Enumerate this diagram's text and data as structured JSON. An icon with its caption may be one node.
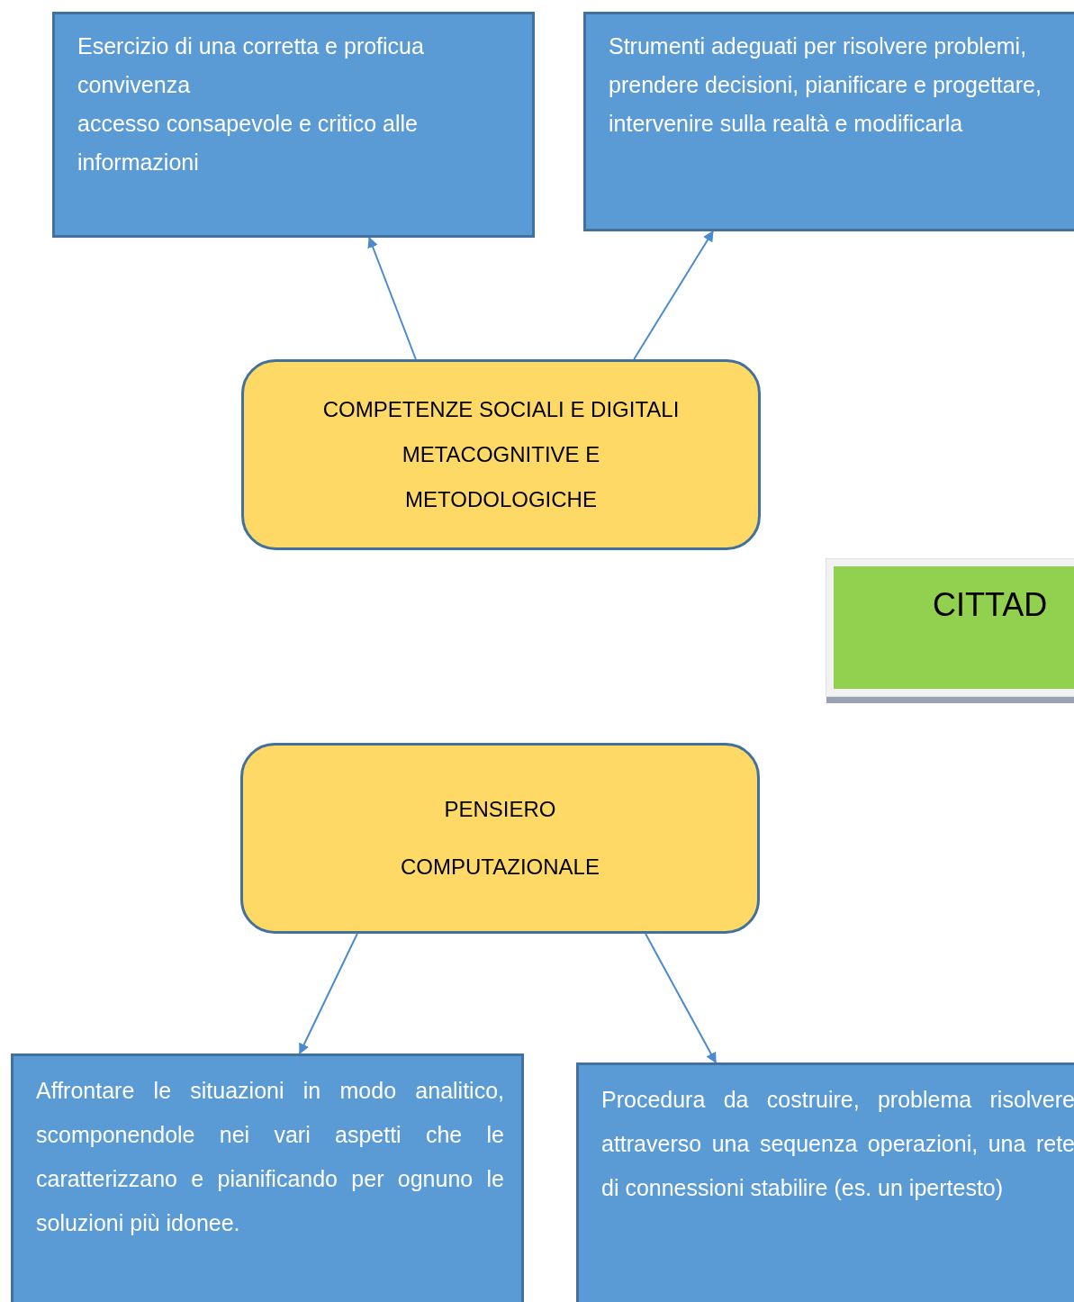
{
  "diagram": {
    "nodes": [
      {
        "text": [
          "Esercizio di una corretta e proficua convivenza",
          "accesso consapevole e critico alle informazioni"
        ]
      },
      {
        "text": [
          "Strumenti adeguati per risolvere problemi, prendere decisioni, pianificare e progettare, intervenire sulla realtà e modificarla"
        ]
      },
      {
        "text": [
          "COMPETENZE SOCIALI E DIGITALI METACOGNITIVE E METODOLOGICHE"
        ]
      },
      {
        "text": [
          "CITTAD"
        ]
      },
      {
        "text": [
          "PENSIERO",
          "COMPUTAZIONALE"
        ]
      },
      {
        "text": [
          "Affrontare le situazioni in modo analitico, scomponendole nei vari aspetti che le caratterizzano e pianificando per ognuno le soluzioni più idonee."
        ]
      },
      {
        "text": [
          "Procedura da costruire, problema risolvere attraverso una sequenza operazioni, una rete di connessioni stabilire (es. un ipertesto)"
        ]
      }
    ],
    "edges": [
      {
        "from": 2,
        "to": 0,
        "arrow": "to"
      },
      {
        "from": 2,
        "to": 1,
        "arrow": "to"
      },
      {
        "from": 4,
        "to": 5,
        "arrow": "to"
      },
      {
        "from": 4,
        "to": 6,
        "arrow": "to"
      }
    ]
  }
}
